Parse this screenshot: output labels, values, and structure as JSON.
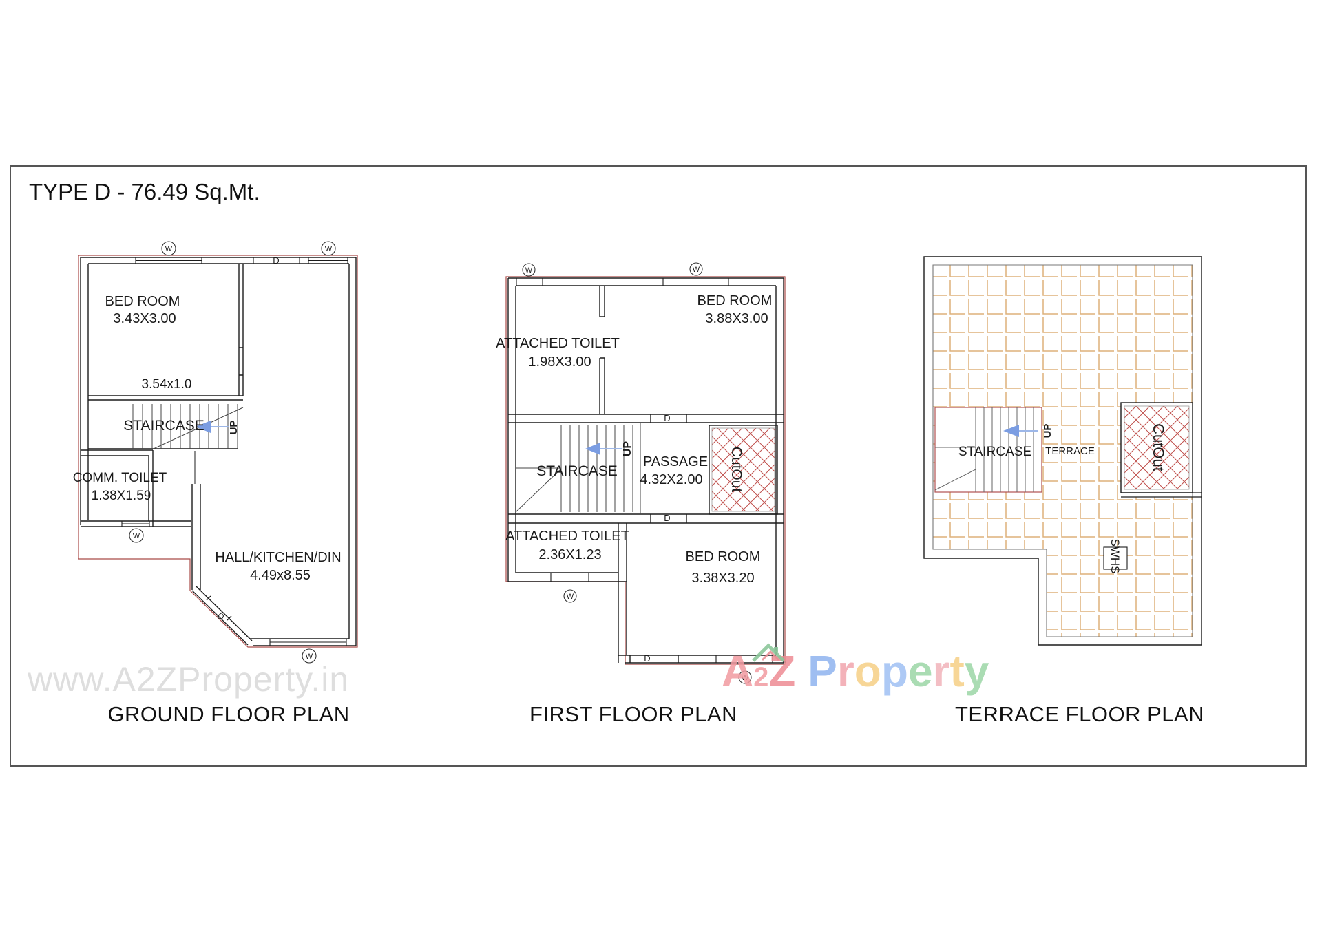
{
  "title": "TYPE D - 76.49 Sq.Mt.",
  "symbols": {
    "window": "W",
    "door": "D",
    "up": "UP"
  },
  "plans": {
    "ground": {
      "title": "GROUND FLOOR PLAN",
      "bedroom": {
        "name": "BED ROOM",
        "dims": "3.43X3.00"
      },
      "bed_passage_dims": "3.54x1.0",
      "staircase_label": "STAIRCASE",
      "toilet": {
        "name": "COMM. TOILET",
        "dims": "1.38X1.59"
      },
      "hall": {
        "name": "HALL/KITCHEN/DIN",
        "dims": "4.49x8.55"
      }
    },
    "first": {
      "title": "FIRST FLOOR PLAN",
      "toilet_top": {
        "name": "ATTACHED TOILET",
        "dims": "1.98X3.00"
      },
      "bedroom_top": {
        "name": "BED ROOM",
        "dims": "3.88X3.00"
      },
      "staircase_label": "STAIRCASE",
      "passage": {
        "name": "PASSAGE",
        "dims": "4.32X2.00"
      },
      "cutout_label": "CutOut",
      "toilet_bottom": {
        "name": "ATTACHED TOILET",
        "dims": "2.36X1.23"
      },
      "bedroom_bottom": {
        "name": "BED ROOM",
        "dims": "3.38X3.20"
      }
    },
    "terrace": {
      "title": "TERRACE FLOOR PLAN",
      "staircase_label": "STAIRCASE",
      "terrace_label": "TERRACE",
      "cutout_label": "CutOut",
      "swhs_label": "SWHS"
    }
  },
  "watermark": {
    "url_text": "www.A2ZProperty.in",
    "brand": {
      "letters": [
        {
          "ch": "A",
          "style": "color:#f29ba1"
        },
        {
          "ch": "2",
          "style": "color:#f29ba1"
        },
        {
          "ch": "Z",
          "style": "color:#ee8b93"
        },
        {
          "ch": " ",
          "style": "color:#ffffff"
        },
        {
          "ch": "P",
          "style": "color:#8fb3ef"
        },
        {
          "ch": "r",
          "style": "color:#f2a5ad"
        },
        {
          "ch": "o",
          "style": "color:#f6d085"
        },
        {
          "ch": "p",
          "style": "color:#9fc0f4"
        },
        {
          "ch": "e",
          "style": "color:#9cd6a6"
        },
        {
          "ch": "r",
          "style": "color:#f2b3ba"
        },
        {
          "ch": "t",
          "style": "color:#f6d085"
        },
        {
          "ch": "y",
          "style": "color:#9cd6a6"
        }
      ]
    }
  },
  "colors": {
    "wall": "#1c1c1c",
    "outline_red": "#a94a48",
    "hatch_red": "#c0504d",
    "tile_tan": "#d7a463",
    "stair_blue": "#7b9de2",
    "watermark_gray": "#dedede"
  }
}
